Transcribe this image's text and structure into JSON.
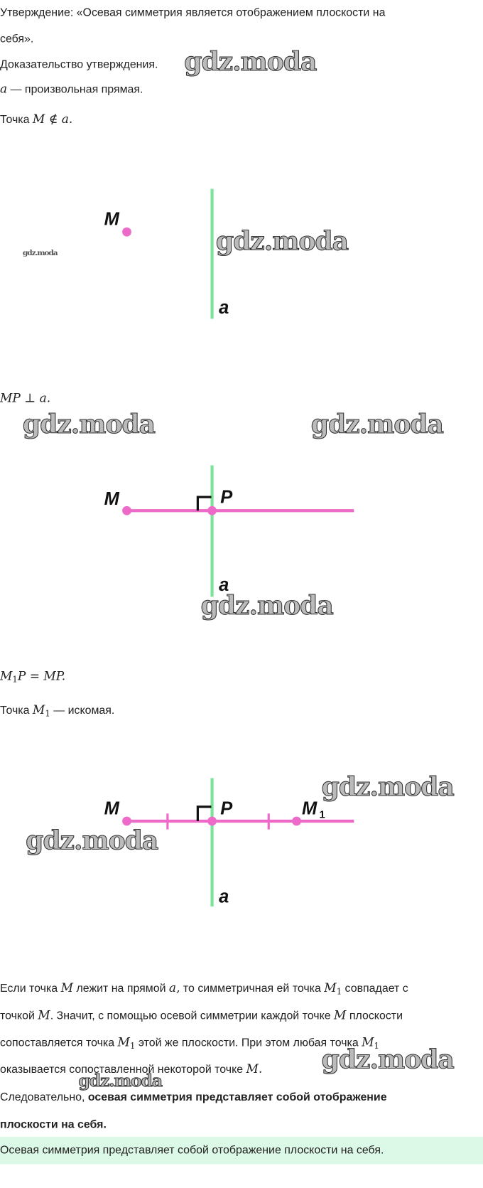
{
  "watermark": "gdz.moda",
  "statement": {
    "line1": "Утверждение: «Осевая симметрия является отображением плоскости на",
    "line2": "себя»."
  },
  "proof_label": "Доказательство утверждения.",
  "line_a": {
    "var": "a",
    "text": " — произвольная прямая."
  },
  "point_m": {
    "text": "Точка ",
    "math": "M ∉ a."
  },
  "perp": "MP ⊥ a.",
  "equal": {
    "m1": "M",
    "sub": "1",
    "rest": "P = MP."
  },
  "sought": {
    "text": "Точка ",
    "m": "M",
    "sub": "1",
    "rest": " — искомая."
  },
  "diagram_labels": {
    "M": "M",
    "P": "P",
    "a": "a",
    "M1": "M",
    "M1_sub": "1"
  },
  "colors": {
    "axis": "#7ee39a",
    "segment": "#ee6ac8",
    "answer_bg": "#dcf8e6"
  },
  "paragraph": {
    "p1a": "Если точка ",
    "M": "M",
    "p1b": " лежит на прямой ",
    "a": "a,",
    "p1c": " то симметричная ей точка ",
    "M1": "M",
    "one": "1",
    "p1d": " совпадает с",
    "p2a": "точкой ",
    "p2b": ". Значит, с помощью осевой симметрии каждой точке ",
    "p2c": " плоскости",
    "p3a": "сопоставляется точка ",
    "p3b": " этой же плоскости. При этом любая точка ",
    "p4a": "оказывается сопоставленной некоторой точке ",
    "p4b": "M."
  },
  "conclusion": {
    "prefix": "Следовательно, ",
    "bold1": "осевая симметрия представляет собой отображение",
    "bold2": "плоскости на себя."
  },
  "answer": "Осевая симметрия представляет собой отображение плоскости на себя."
}
